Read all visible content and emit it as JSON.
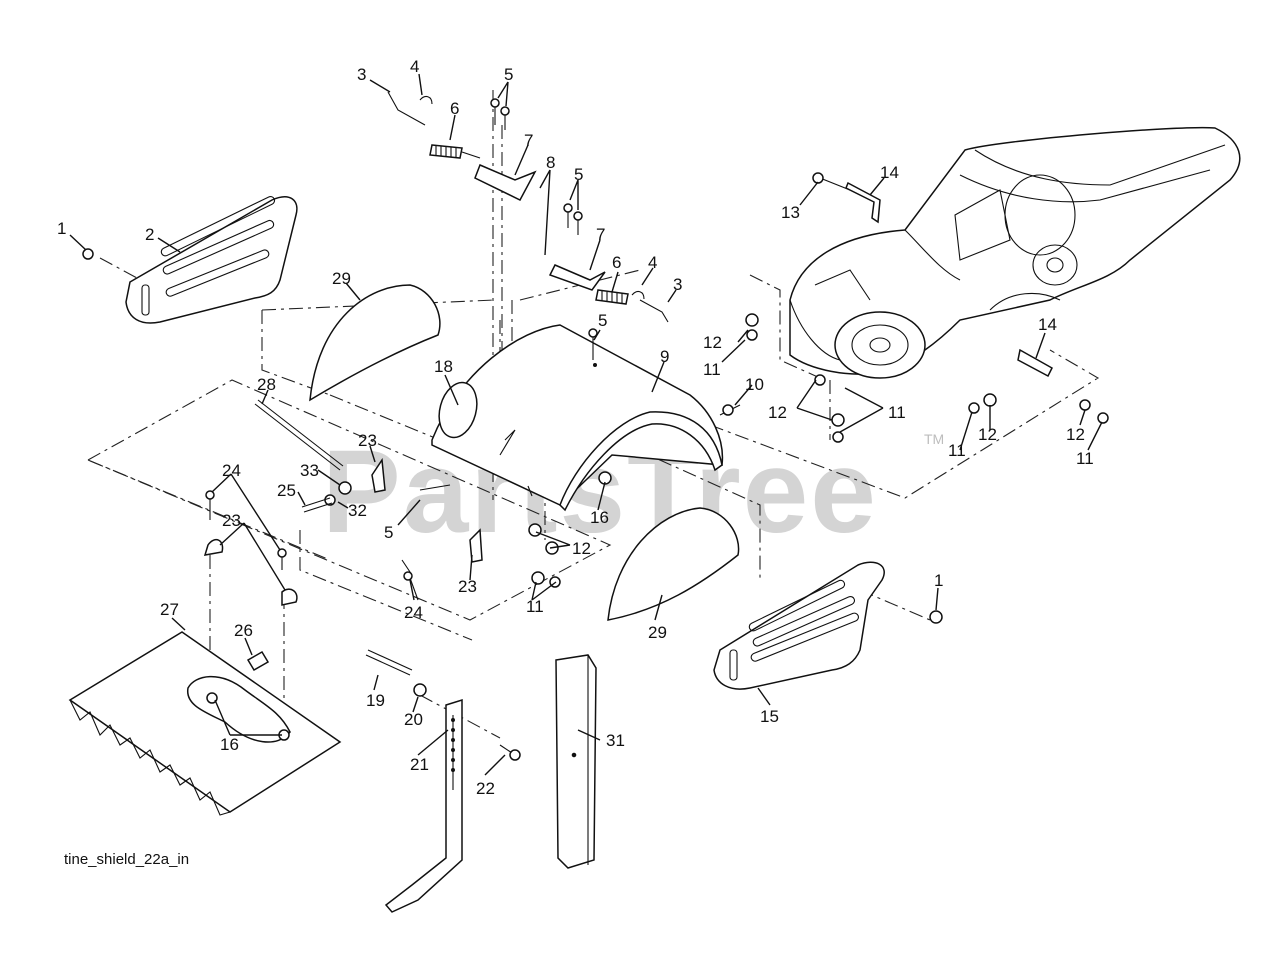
{
  "diagram": {
    "caption": "tine_shield_22a_in",
    "watermark": "PartsTree",
    "trademark": "TM"
  },
  "callouts": [
    {
      "id": "c1a",
      "label": "1"
    },
    {
      "id": "c2",
      "label": "2"
    },
    {
      "id": "c3a",
      "label": "3"
    },
    {
      "id": "c4a",
      "label": "4"
    },
    {
      "id": "c5a",
      "label": "5"
    },
    {
      "id": "c6a",
      "label": "6"
    },
    {
      "id": "c7a",
      "label": "7"
    },
    {
      "id": "c8",
      "label": "8"
    },
    {
      "id": "c5b",
      "label": "5"
    },
    {
      "id": "c7b",
      "label": "7"
    },
    {
      "id": "c6b",
      "label": "6"
    },
    {
      "id": "c4b",
      "label": "4"
    },
    {
      "id": "c3b",
      "label": "3"
    },
    {
      "id": "c29a",
      "label": "29"
    },
    {
      "id": "c5c",
      "label": "5"
    },
    {
      "id": "c9",
      "label": "9"
    },
    {
      "id": "c18",
      "label": "18"
    },
    {
      "id": "c28",
      "label": "28"
    },
    {
      "id": "c13",
      "label": "13"
    },
    {
      "id": "c14a",
      "label": "14"
    },
    {
      "id": "c12a",
      "label": "12"
    },
    {
      "id": "c11a",
      "label": "11"
    },
    {
      "id": "c10",
      "label": "10"
    },
    {
      "id": "c14b",
      "label": "14"
    },
    {
      "id": "c12b",
      "label": "12"
    },
    {
      "id": "c11b",
      "label": "11"
    },
    {
      "id": "c11c",
      "label": "11"
    },
    {
      "id": "c12c",
      "label": "12"
    },
    {
      "id": "c12d",
      "label": "12"
    },
    {
      "id": "c11d",
      "label": "11"
    },
    {
      "id": "c23a",
      "label": "23"
    },
    {
      "id": "c33",
      "label": "33"
    },
    {
      "id": "c24a",
      "label": "24"
    },
    {
      "id": "c25",
      "label": "25"
    },
    {
      "id": "c32",
      "label": "32"
    },
    {
      "id": "c5d",
      "label": "5"
    },
    {
      "id": "c23b",
      "label": "23"
    },
    {
      "id": "c16a",
      "label": "16"
    },
    {
      "id": "c12e",
      "label": "12"
    },
    {
      "id": "c23c",
      "label": "23"
    },
    {
      "id": "c24b",
      "label": "24"
    },
    {
      "id": "c11e",
      "label": "11"
    },
    {
      "id": "c29b",
      "label": "29"
    },
    {
      "id": "c1b",
      "label": "1"
    },
    {
      "id": "c27",
      "label": "27"
    },
    {
      "id": "c26",
      "label": "26"
    },
    {
      "id": "c16b",
      "label": "16"
    },
    {
      "id": "c19",
      "label": "19"
    },
    {
      "id": "c20",
      "label": "20"
    },
    {
      "id": "c21",
      "label": "21"
    },
    {
      "id": "c22",
      "label": "22"
    },
    {
      "id": "c31",
      "label": "31"
    },
    {
      "id": "c15",
      "label": "15"
    }
  ],
  "colors": {
    "line": "#111111",
    "watermark": "#d4d4d4",
    "background": "#ffffff"
  }
}
